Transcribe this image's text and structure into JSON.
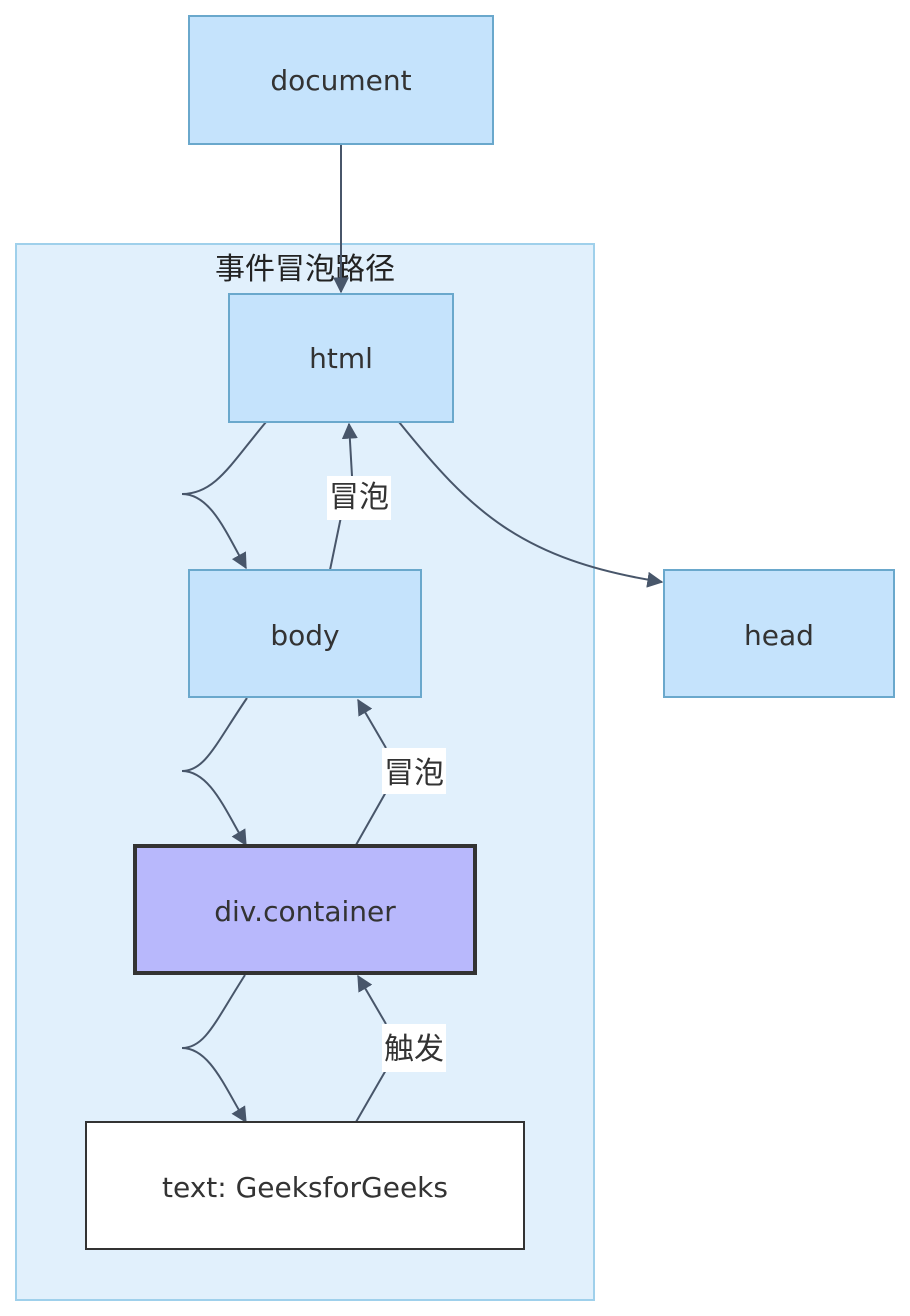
{
  "diagram": {
    "type": "flowchart",
    "cluster": {
      "title": "事件冒泡路径",
      "fill": "#e1f0fc",
      "stroke": "#9fd0eb"
    },
    "nodes": [
      {
        "id": "document",
        "label": "document",
        "fill": "#c5e3fc",
        "stroke": "#6aa8cc"
      },
      {
        "id": "html",
        "label": "html",
        "fill": "#c5e3fc",
        "stroke": "#6aa8cc"
      },
      {
        "id": "head",
        "label": "head",
        "fill": "#c5e3fc",
        "stroke": "#6aa8cc"
      },
      {
        "id": "body",
        "label": "body",
        "fill": "#c5e3fc",
        "stroke": "#6aa8cc"
      },
      {
        "id": "div",
        "label": "div.container",
        "fill": "#b8b8fc",
        "stroke": "#333333"
      },
      {
        "id": "text",
        "label": "text: GeeksforGeeks",
        "fill": "#ffffff",
        "stroke": "#333333"
      }
    ],
    "edges": [
      {
        "from": "document",
        "to": "html",
        "label": ""
      },
      {
        "from": "html",
        "to": "body",
        "label": ""
      },
      {
        "from": "html",
        "to": "head",
        "label": ""
      },
      {
        "from": "body",
        "to": "html",
        "label": "冒泡"
      },
      {
        "from": "body",
        "to": "div",
        "label": ""
      },
      {
        "from": "div",
        "to": "body",
        "label": "冒泡"
      },
      {
        "from": "div",
        "to": "text",
        "label": ""
      },
      {
        "from": "text",
        "to": "div",
        "label": "触发"
      }
    ],
    "edge_color": "#48566a"
  }
}
